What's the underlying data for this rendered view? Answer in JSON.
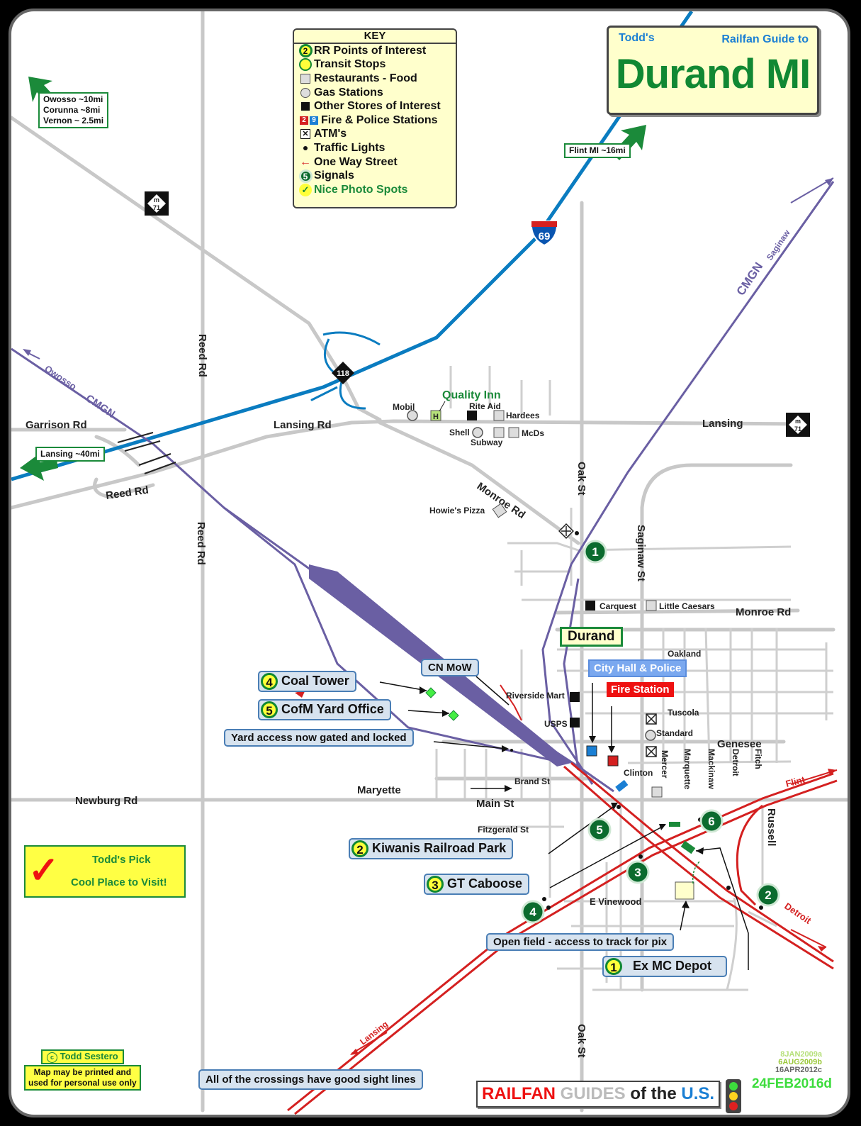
{
  "title": {
    "prefix": "Todd's",
    "subtitle": "Railfan Guide to",
    "main": "Durand MI"
  },
  "key": {
    "title": "KEY",
    "items": [
      {
        "symbol": "rr-poi",
        "label": "RR Points of Interest"
      },
      {
        "symbol": "transit",
        "label": "Transit Stops"
      },
      {
        "symbol": "restaurant",
        "label": "Restaurants - Food"
      },
      {
        "symbol": "gas",
        "label": "Gas Stations"
      },
      {
        "symbol": "store",
        "label": "Other Stores of Interest"
      },
      {
        "symbol": "fire-police",
        "label": "Fire & Police Stations"
      },
      {
        "symbol": "atm",
        "label": "ATM's"
      },
      {
        "symbol": "traffic-light",
        "label": "Traffic Lights"
      },
      {
        "symbol": "one-way",
        "label": "One Way Street"
      },
      {
        "symbol": "signal",
        "label": "Signals"
      },
      {
        "symbol": "photo-spot",
        "label": "Nice Photo Spots"
      }
    ],
    "sample_numbers": {
      "rr": "2",
      "fire": "2",
      "police": "9",
      "signal": "5"
    }
  },
  "directions": {
    "owosso": "Owosso ~10mi",
    "corunna": "Corunna ~8mi",
    "vernon": "Vernon ~ 2.5mi",
    "flint": "Flint MI ~16mi",
    "lansing": "Lansing ~40mi"
  },
  "shields": {
    "m71_prefix": "m",
    "m71_num": "71",
    "i69": "69",
    "exit": "118"
  },
  "roads": {
    "reed_rd": "Reed Rd",
    "garrison": "Garrison Rd",
    "lansing_rd": "Lansing Rd",
    "lansing": "Lansing",
    "monroe_rd": "Monroe Rd",
    "oak_st": "Oak St",
    "saginaw_st": "Saginaw St",
    "newburg": "Newburg Rd",
    "main_st": "Main St",
    "brand_st": "Brand St",
    "fitzgerald": "Fitzgerald St",
    "vinewood": "E Vinewood",
    "oakland": "Oakland",
    "tuscola": "Tuscola",
    "genesee": "Genesee",
    "clinton": "Clinton",
    "mercer": "Mercer",
    "marquette": "Marquette",
    "mackinaw": "Mackinaw",
    "detroit_st": "Detroit",
    "fitch": "Fitch",
    "russell": "Russell"
  },
  "rail": {
    "cmgn_owosso": "Owosso",
    "cmgn": "CMGN",
    "cmgn_saginaw_label": "CMGN",
    "saginaw": "Saginaw",
    "flint": "Flint",
    "detroit": "Detroit",
    "lansing": "Lansing"
  },
  "businesses": {
    "quality_inn": "Quality Inn",
    "mobil": "Mobil",
    "rite_aid": "Rite Aid",
    "hardees": "Hardees",
    "shell": "Shell",
    "mcds": "McDs",
    "subway": "Subway",
    "howies": "Howie's Pizza",
    "carquest": "Carquest",
    "little_caesars": "Little Caesars",
    "riverside": "Riverside Mart",
    "usps": "USPS",
    "standard": "Standard",
    "hotel_mark": "H"
  },
  "place": {
    "durand": "Durand",
    "maryette": "Maryette"
  },
  "callouts": {
    "cn_mow": "CN MoW",
    "city_hall": "City Hall & Police",
    "fire_station": "Fire Station",
    "yard_access": "Yard access now gated and locked",
    "open_field": "Open field - access to track for pix",
    "crossings": "All of the crossings have good sight lines"
  },
  "poi": [
    {
      "n": "4",
      "label": "Coal Tower"
    },
    {
      "n": "5",
      "label": "CofM Yard Office"
    },
    {
      "n": "2",
      "label": "Kiwanis Railroad Park"
    },
    {
      "n": "3",
      "label": "GT Caboose"
    },
    {
      "n": "1",
      "label": "Ex MC Depot"
    }
  ],
  "signals": [
    "1",
    "5",
    "6",
    "3",
    "2",
    "4"
  ],
  "todds_pick": {
    "line1": "Todd's Pick",
    "line2": "Cool Place to Visit!"
  },
  "copyright": {
    "symbol": "c",
    "name": "Todd Sestero",
    "note1": "Map may be printed and",
    "note2": "used for personal use only"
  },
  "versions": [
    "8JAN2009a",
    "6AUG2009b",
    "16APR2012c"
  ],
  "version_current": "24FEB2016d",
  "footer": {
    "railfan": "RAILFAN",
    "guides": "GUIDES",
    "of_the": "of the",
    "us": "U.S."
  },
  "colors": {
    "road": "#c8c8c8",
    "interstate": "#0a7cc0",
    "cmgn": "#6a5fa3",
    "cn": "#d42020",
    "green": "#0b6b2e",
    "yellow": "#ffff3a",
    "callout": "#d7e3ef"
  }
}
